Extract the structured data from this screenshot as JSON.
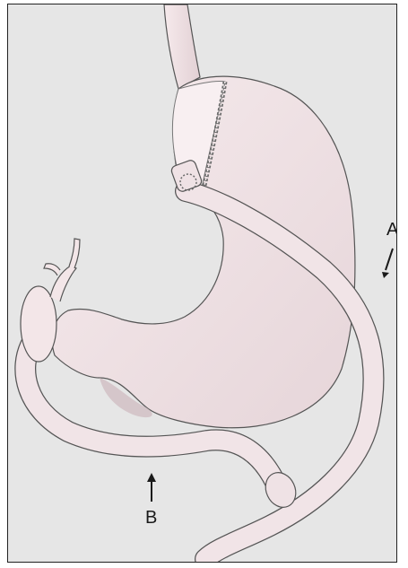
{
  "labels": {
    "a": "A",
    "b": "B"
  },
  "colors": {
    "background": "#e6e6e6",
    "organ_fill": "#f3e6e8",
    "organ_shade": "#d7c3c8",
    "outline": "#555555",
    "staple_line": "#6d6d6d",
    "arrow": "#1a1a1a"
  },
  "icons": [
    "staple-line",
    "anastomosis-ring",
    "arrow-a",
    "arrow-b"
  ]
}
